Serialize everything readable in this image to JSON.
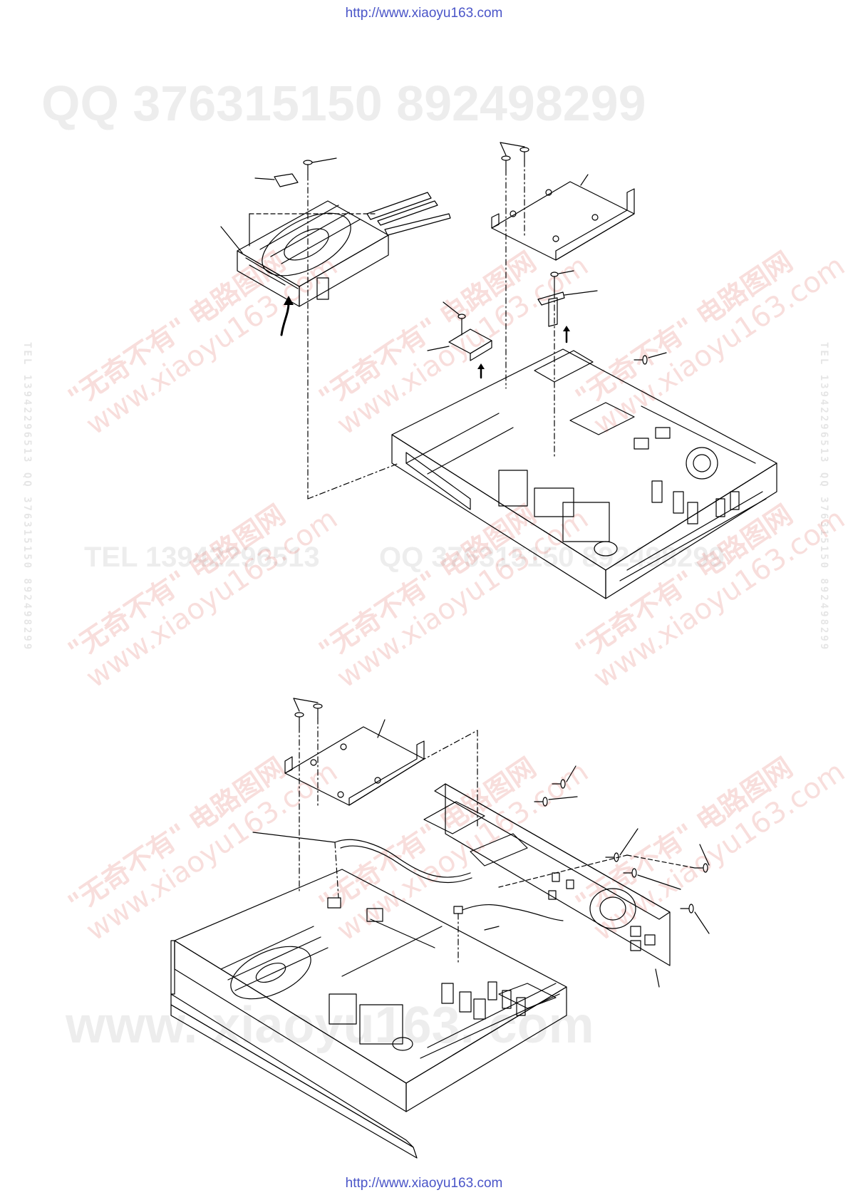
{
  "header": {
    "url": "http://www.xiaoyu163.com"
  },
  "footer": {
    "url": "http://www.xiaoyu163.com"
  },
  "watermarks": {
    "qq_line": "QQ 376315150    892498299",
    "tel_line": "TEL 13942296513",
    "qq_line_2": "QQ 376315150  892498299",
    "site_bottom": "www. xiaoyu163. com",
    "diag_cn": "\"无奇不有\" 电路图网",
    "diag_en": "www.xiaoyu163.com",
    "side_text": "TEL 13942296513 QQ 376315150 892498299"
  },
  "colors": {
    "url_link": "#4a55c8",
    "line_art": "#000000",
    "watermark_red": "#d7463c"
  },
  "diagrams": [
    {
      "name": "exploded-view-top",
      "subject": "disc drive and brackets removal"
    },
    {
      "name": "exploded-view-bottom",
      "subject": "rear panel and fan bracket removal"
    }
  ]
}
